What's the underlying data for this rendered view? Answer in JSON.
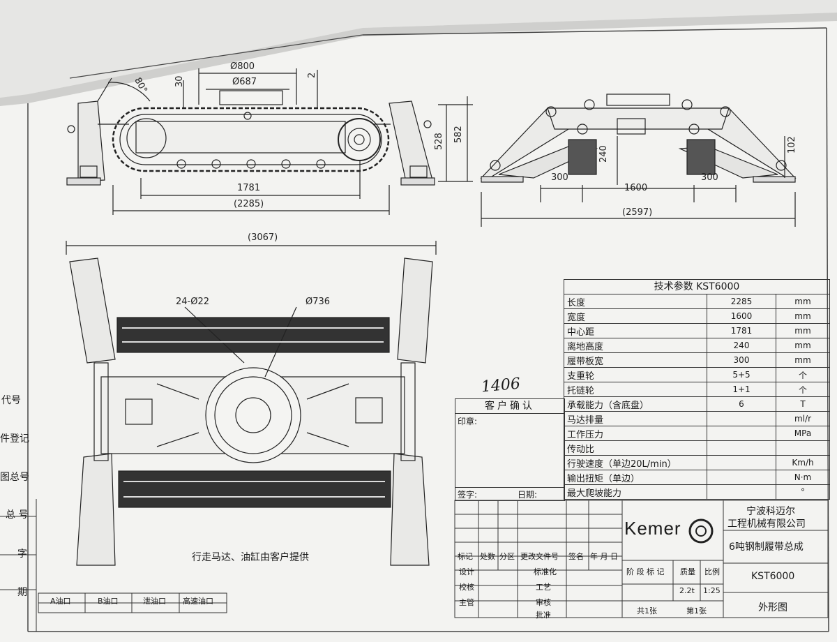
{
  "dims": {
    "phi800": "Ø800",
    "phi687": "Ø687",
    "d30": "30",
    "d2": "2",
    "angle80": "80°",
    "d528": "528",
    "d582": "582",
    "d1781": "1781",
    "d2285": "(2285)",
    "d240": "240",
    "d102": "102",
    "d300a": "300",
    "d1600": "1600",
    "d300b": "300",
    "d2597": "(2597)",
    "d3067": "(3067)",
    "holes": "24-Ø22",
    "phi736": "Ø736"
  },
  "note": "行走马达、油缸由客户提供",
  "handwritten": "1406",
  "spec": {
    "title": "技术参数  KST6000",
    "rows": [
      {
        "name": "长度",
        "value": "2285",
        "unit": "mm"
      },
      {
        "name": "宽度",
        "value": "1600",
        "unit": "mm"
      },
      {
        "name": "中心距",
        "value": "1781",
        "unit": "mm"
      },
      {
        "name": "离地高度",
        "value": "240",
        "unit": "mm"
      },
      {
        "name": "履带板宽",
        "value": "300",
        "unit": "mm"
      },
      {
        "name": "支重轮",
        "value": "5+5",
        "unit": "个"
      },
      {
        "name": "托链轮",
        "value": "1+1",
        "unit": "个"
      },
      {
        "name": "承载能力（含底盘）",
        "value": "6",
        "unit": "T"
      },
      {
        "name": "马达排量",
        "value": "",
        "unit": "ml/r"
      },
      {
        "name": "工作压力",
        "value": "",
        "unit": "MPa"
      },
      {
        "name": "传动比",
        "value": "",
        "unit": ""
      },
      {
        "name": "行驶速度（单边20L/min）",
        "value": "",
        "unit": "Km/h"
      },
      {
        "name": "输出扭矩（单边）",
        "value": "",
        "unit": "N·m"
      },
      {
        "name": "最大爬坡能力",
        "value": "",
        "unit": "°"
      }
    ]
  },
  "customer": {
    "title": "客户确认",
    "seal": "印章:",
    "sign": "签字:",
    "date": "日期:"
  },
  "leftCol": [
    "代号",
    "件登记",
    "图总号",
    "总 号",
    "字",
    "期"
  ],
  "ports": [
    "A油口",
    "B油口",
    "泄油口",
    "高速油口"
  ],
  "titleBlock": {
    "revHeaders": [
      "标记",
      "处数",
      "分区",
      "更改文件号",
      "签名",
      "年 月 日"
    ],
    "roles": [
      "设计",
      "校核",
      "主管"
    ],
    "roles2": [
      "标准化",
      "工艺",
      "审核",
      "批准"
    ],
    "stage": "阶 段 标 记",
    "weightLabel": "质量",
    "scaleLabel": "比例",
    "weight": "2.2t",
    "scale": "1:25",
    "sheets": "共1张",
    "sheetNo": "第1张",
    "logo": "Kemer",
    "company1": "宁波科迈尔",
    "company2": "工程机械有限公司",
    "product": "6吨钢制履带总成",
    "model": "KST6000",
    "drawingType": "外形图"
  }
}
